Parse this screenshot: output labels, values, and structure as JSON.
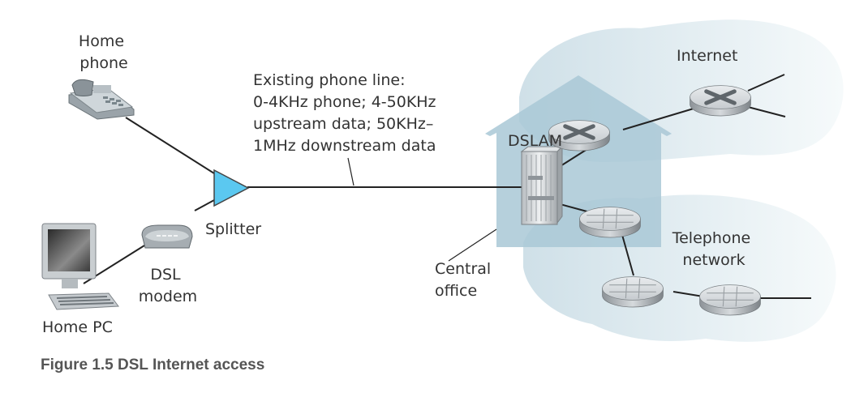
{
  "figure": {
    "caption": "Figure 1.5 DSL Internet access",
    "labels": {
      "home_phone": [
        "Home",
        "phone"
      ],
      "phone_line": [
        "Existing phone line:",
        "0-4KHz phone; 4-50KHz",
        "upstream data; 50KHz–",
        "1MHz downstream data"
      ],
      "splitter": "Splitter",
      "dsl_modem": [
        "DSL",
        "modem"
      ],
      "home_pc": "Home PC",
      "dslam": "DSLAM",
      "central_office": [
        "Central",
        "office"
      ],
      "internet": "Internet",
      "telephone_network": [
        "Telephone",
        "network"
      ]
    },
    "colors": {
      "splitter": "#5bc8f0",
      "central_office": "#a9c8d6",
      "cloud": "#dceaf0",
      "line": "#222222",
      "text": "#333333",
      "caption": "#555555"
    }
  }
}
